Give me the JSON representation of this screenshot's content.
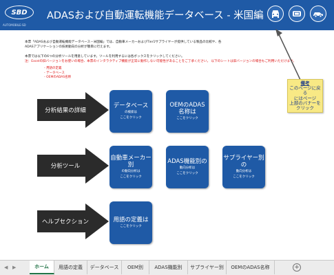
{
  "header": {
    "logo": "SBD",
    "logo_sub": "AUTOMOBILE-SD",
    "title": "ADASおよび自動運転機能データベース - 米国編",
    "nav_icons": [
      "car-front-icon",
      "car-top-icon",
      "car-side-icon"
    ]
  },
  "intro": {
    "line1": "本票「ADASおよび自動運転機能データベース－米国編」では、自動車メーカーおよびTier1サプライヤーが提供している製品の比較や、各",
    "line2": "ADASアプリケーションの技術動向の分析が簡単に行えます。",
    "line3": "本票では以下の6つの分析ツールを用意しています。ツールを利用するには各ボックスをクリックしてください。",
    "warning": "注：Excelの旧バージョンをお使いの場合、本票のインタラクティブ機能が正常に動作しない可能性があることをご了承ください。 以下のシートは旧バージョンの場合もご利用いただけます。",
    "bullets": [
      "用語の定義",
      "データベース",
      "OEMのADAS名称"
    ]
  },
  "arrows": [
    {
      "label": "分析結果の詳細"
    },
    {
      "label": "分析ツール"
    },
    {
      "label": "ヘルプセクション"
    }
  ],
  "tiles": {
    "database": {
      "title": "データベース",
      "sub1": "の検索は",
      "sub2": "ここをクリック"
    },
    "oem_adas": {
      "title1": "OEMのADAS",
      "title2": "名称は",
      "sub": "ここをクリック"
    },
    "by_oem": {
      "title": "自動車メーカー別",
      "sub1": "の動向分析は",
      "sub2": "ここをクリック"
    },
    "by_function": {
      "title": "ADAS機能別の",
      "sub1": "動向分析は",
      "sub2": "ここをクリック"
    },
    "by_supplier": {
      "title": "サプライヤー別の",
      "sub1": "動向分析は",
      "sub2": "ここをクリック"
    },
    "glossary": {
      "title": "用語の定義は",
      "sub": "ここをクリック"
    }
  },
  "note": {
    "title": "備考",
    "lines": [
      "このページに戻る",
      "にはページ",
      "上部のバナーを",
      "クリック"
    ]
  },
  "sheet_tabs": [
    "ホーム",
    "用語の定義",
    "データベース",
    "OEM別",
    "ADAS機能別",
    "サプライヤー別",
    "OEMのADAS名称"
  ],
  "active_tab": "ホーム",
  "add_tab": "+",
  "colors": {
    "banner": "#1f5aa6",
    "tile": "#1f5aa6",
    "arrow": "#2b2b2b",
    "note": "#f8e985",
    "warning": "#dd1111"
  }
}
